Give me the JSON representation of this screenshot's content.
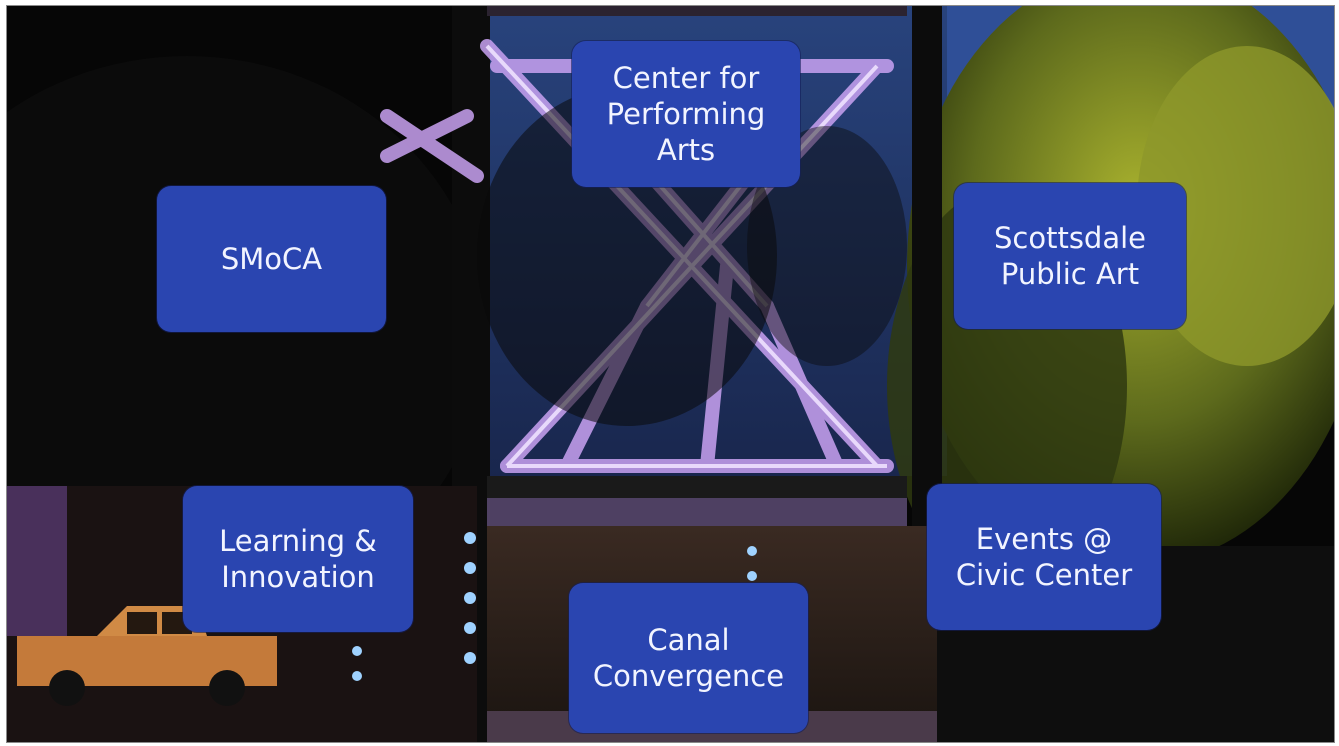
{
  "slide": {
    "background": "night photo of lit purple lattice sculpture with trees and parked truck",
    "box_color": "#2a45b0",
    "text_color": "#f2f4ff"
  },
  "boxes": {
    "center_performing_arts": "Center for\nPerforming\nArts",
    "smoca": "SMoCA",
    "scottsdale_public_art": "Scottsdale\nPublic Art",
    "learning_innovation": "Learning &\nInnovation",
    "events_civic_center": "Events @\nCivic Center",
    "canal_convergence": "Canal\nConvergence"
  }
}
